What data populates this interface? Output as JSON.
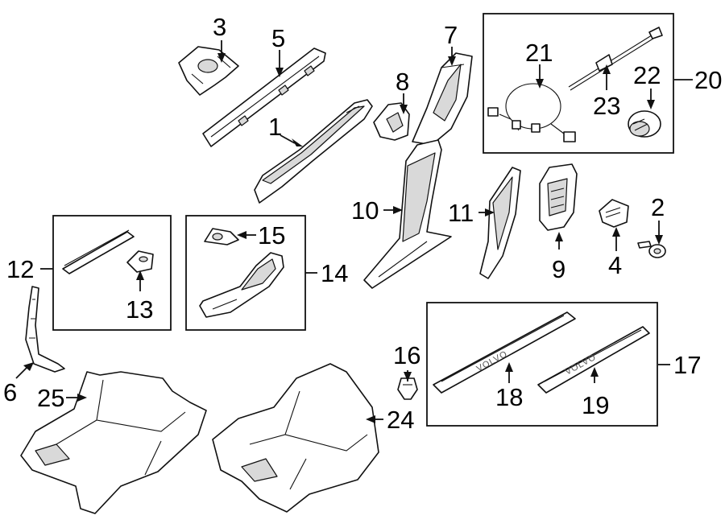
{
  "callouts": {
    "c1": "1",
    "c2": "2",
    "c3": "3",
    "c4": "4",
    "c5": "5",
    "c6": "6",
    "c7": "7",
    "c8": "8",
    "c9": "9",
    "c10": "10",
    "c11": "11",
    "c12": "12",
    "c13": "13",
    "c14": "14",
    "c15": "15",
    "c16": "16",
    "c17": "17",
    "c18": "18",
    "c19": "19",
    "c20": "20",
    "c21": "21",
    "c22": "22",
    "c23": "23",
    "c24": "24",
    "c25": "25"
  },
  "emboss": {
    "sill_text": "VOLVO"
  },
  "colors": {
    "line": "#111111",
    "fill": "#ffffff",
    "shade": "#d9d9d9"
  }
}
